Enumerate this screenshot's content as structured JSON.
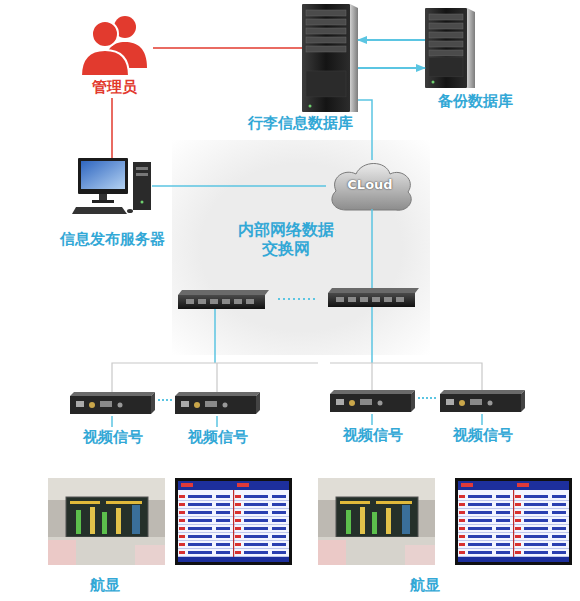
{
  "diagram": {
    "nodes": [
      {
        "text": [
          "管理员"
        ]
      },
      {
        "text": [
          "行李信息数据库"
        ]
      },
      {
        "text": [
          "备份数据库"
        ]
      },
      {
        "text": [
          "信息发布服务器"
        ]
      },
      {
        "text": [
          "内部网络数据 交换网"
        ]
      },
      {
        "text": [
          "CLoud"
        ],
        "in": 4
      },
      {
        "text": [
          "视频信号"
        ]
      },
      {
        "text": [
          "视频信号"
        ]
      },
      {
        "text": [
          "视频信号"
        ]
      },
      {
        "text": [
          "视频信号"
        ]
      }
    ],
    "edges": [
      {
        "from": 0,
        "to": 1,
        "arrow": "none"
      },
      {
        "from": 0,
        "to": 3,
        "arrow": "none"
      },
      {
        "from": 2,
        "to": 1,
        "arrow": "to"
      },
      {
        "from": 1,
        "to": 2,
        "arrow": "to"
      },
      {
        "from": 3,
        "to": 5,
        "arrow": "none"
      },
      {
        "from": 1,
        "to": 5,
        "arrow": "none"
      }
    ],
    "labels": [
      "航显",
      "航显"
    ]
  }
}
